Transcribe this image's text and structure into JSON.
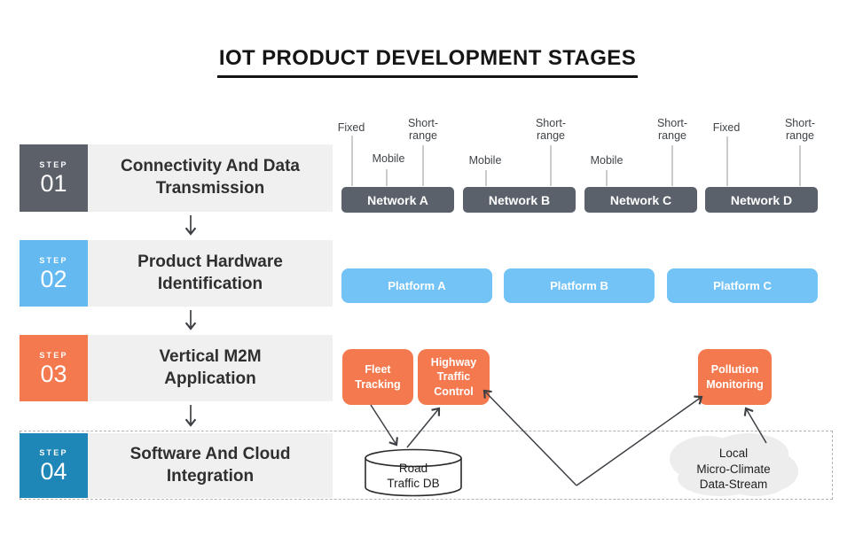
{
  "title": "IOT PRODUCT DEVELOPMENT STAGES",
  "steps": [
    {
      "tag": "STEP",
      "number": "01",
      "label": "Connectivity And Data\nTransmission",
      "color": "#5b6069"
    },
    {
      "tag": "STEP",
      "number": "02",
      "label": "Product Hardware\nIdentification",
      "color": "#64b9f1"
    },
    {
      "tag": "STEP",
      "number": "03",
      "label": "Vertical M2M\nApplication",
      "color": "#f4794e"
    },
    {
      "tag": "STEP",
      "number": "04",
      "label": "Software And Cloud\nIntegration",
      "color": "#1f87b8"
    }
  ],
  "networks": [
    {
      "label": "Network A",
      "sublabels": [
        "Fixed",
        "Mobile",
        "Short-\nrange"
      ]
    },
    {
      "label": "Network B",
      "sublabels": [
        "Mobile",
        "Short-\nrange"
      ]
    },
    {
      "label": "Network C",
      "sublabels": [
        "Mobile",
        "Short-\nrange"
      ]
    },
    {
      "label": "Network D",
      "sublabels": [
        "Fixed",
        "Short-\nrange"
      ]
    }
  ],
  "platforms": [
    "Platform A",
    "Platform B",
    "Platform C"
  ],
  "applications": [
    "Fleet\nTracking",
    "Highway\nTraffic\nControl",
    "Pollution\nMonitoring"
  ],
  "database": {
    "label": "Road\nTraffic DB"
  },
  "cloud": {
    "label": "Local\nMicro-Climate\nData-Stream"
  },
  "colors": {
    "step_01": "#5b6069",
    "step_02": "#64b9f1",
    "step_03": "#f4794e",
    "step_04": "#1f87b8",
    "network_box": "#5b616b",
    "platform_box": "#73c3f6",
    "application_box": "#f4794e",
    "row_background": "#f0f0f1",
    "cloud_fill": "#ededed",
    "arrow": "#3c4045"
  }
}
